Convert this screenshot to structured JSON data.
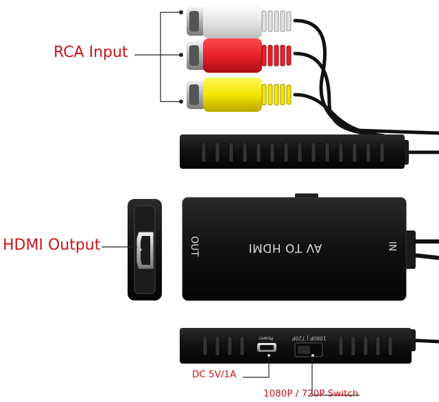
{
  "labels": {
    "rca_input": "RCA Input",
    "hdmi_output": "HDMI Output",
    "dc_power": "DC 5V/1A",
    "resolution_switch": "1080P / 720P Switch"
  },
  "device": {
    "main_text": "AV TO HDMI",
    "out_port": "OUT",
    "in_port": "IN",
    "power_port": "Power",
    "switch_marking": "1080P | 720P"
  },
  "colors": {
    "callout": "#c8141b",
    "device_body": "#141414",
    "rca_white": "#eeeeee",
    "rca_red": "#e8202a",
    "rca_yellow": "#f3e500"
  }
}
